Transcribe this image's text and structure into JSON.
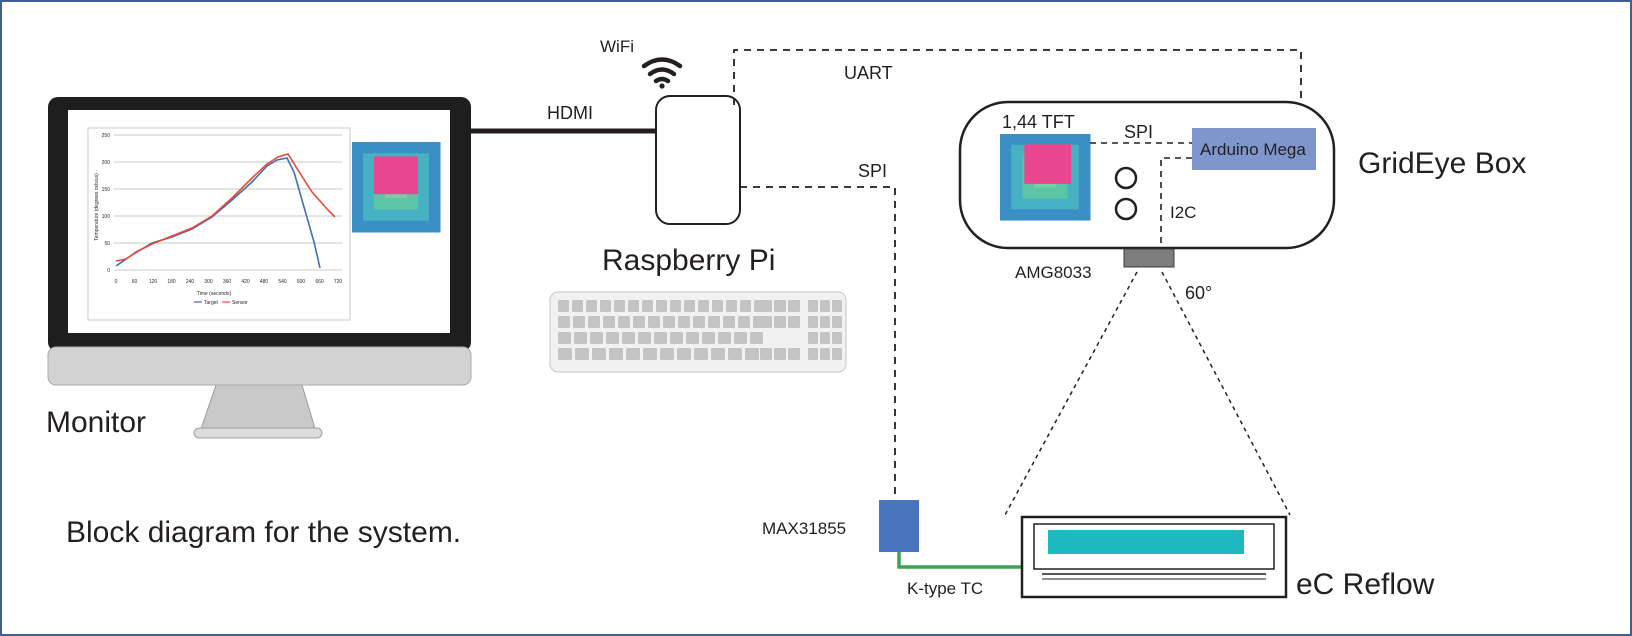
{
  "labels": {
    "wifi": "WiFi",
    "hdmi": "HDMI",
    "uart": "UART",
    "spi_pi": "SPI",
    "spi_box": "SPI",
    "tft": "1,44 TFT",
    "arduino": "Arduino Mega",
    "i2c": "I2C",
    "gridbox": "GridEye Box",
    "amg": "AMG8033",
    "angle": "60°",
    "pi": "Raspberry Pi",
    "monitor": "Monitor",
    "max": "MAX31855",
    "ktype": "K-type TC",
    "reflow": "eC Reflow",
    "caption": "Block diagram for the system."
  },
  "colors": {
    "frame": "#3f5f93",
    "line": "#231f20",
    "arduino_fill": "#7f96cd",
    "max_fill": "#4a73be",
    "thermocouple": "#3aa655",
    "reflow_bar": "#1db8c0",
    "target_series": "#3f6fb0",
    "sensor_series": "#e84a3c"
  },
  "icons": {
    "wifi": "wifi-icon",
    "keyboard": "keyboard-icon",
    "monitor": "monitor-icon"
  },
  "screen_chart": {
    "ylabel": "Temperature (degrees celsius)",
    "xlabel": "Time (seconds)",
    "yticks": [
      "0",
      "50",
      "100",
      "150",
      "200",
      "250"
    ],
    "xticks": [
      "0",
      "60",
      "120",
      "180",
      "240",
      "300",
      "360",
      "420",
      "480",
      "540",
      "600",
      "660",
      "720"
    ],
    "legend": [
      "Target",
      "Sensor"
    ]
  }
}
